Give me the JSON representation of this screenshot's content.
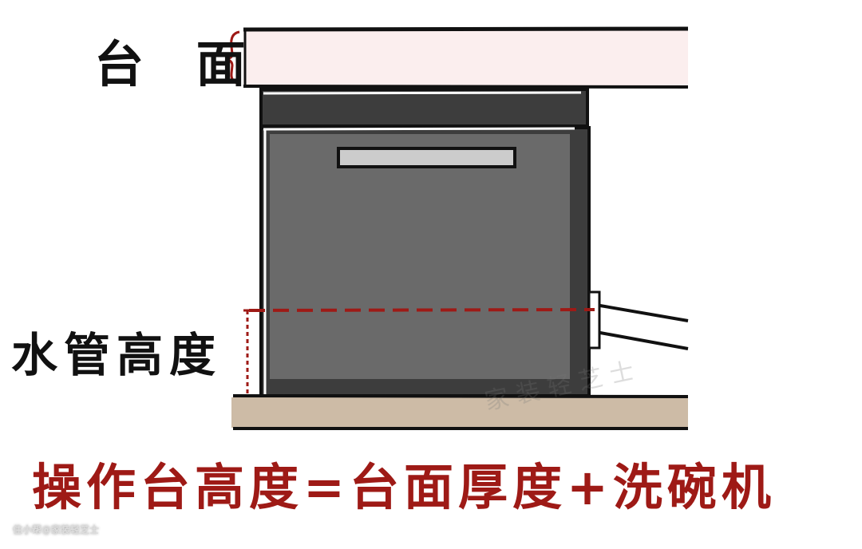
{
  "labels": {
    "countertop": "台 面",
    "pipe_height": "水管高度",
    "formula": "操作台高度=台面厚度+洗碗机"
  },
  "watermarks": {
    "corner": "住小帮@家装轻芝士",
    "center": "家装轻芝士"
  },
  "colors": {
    "accent_red": "#9e1a16",
    "countertop_fill": "#fbeeee",
    "floor_fill": "#cdbba6",
    "dishwasher_body": "#6a6a6a",
    "dishwasher_dark": "#3d3d3d"
  }
}
